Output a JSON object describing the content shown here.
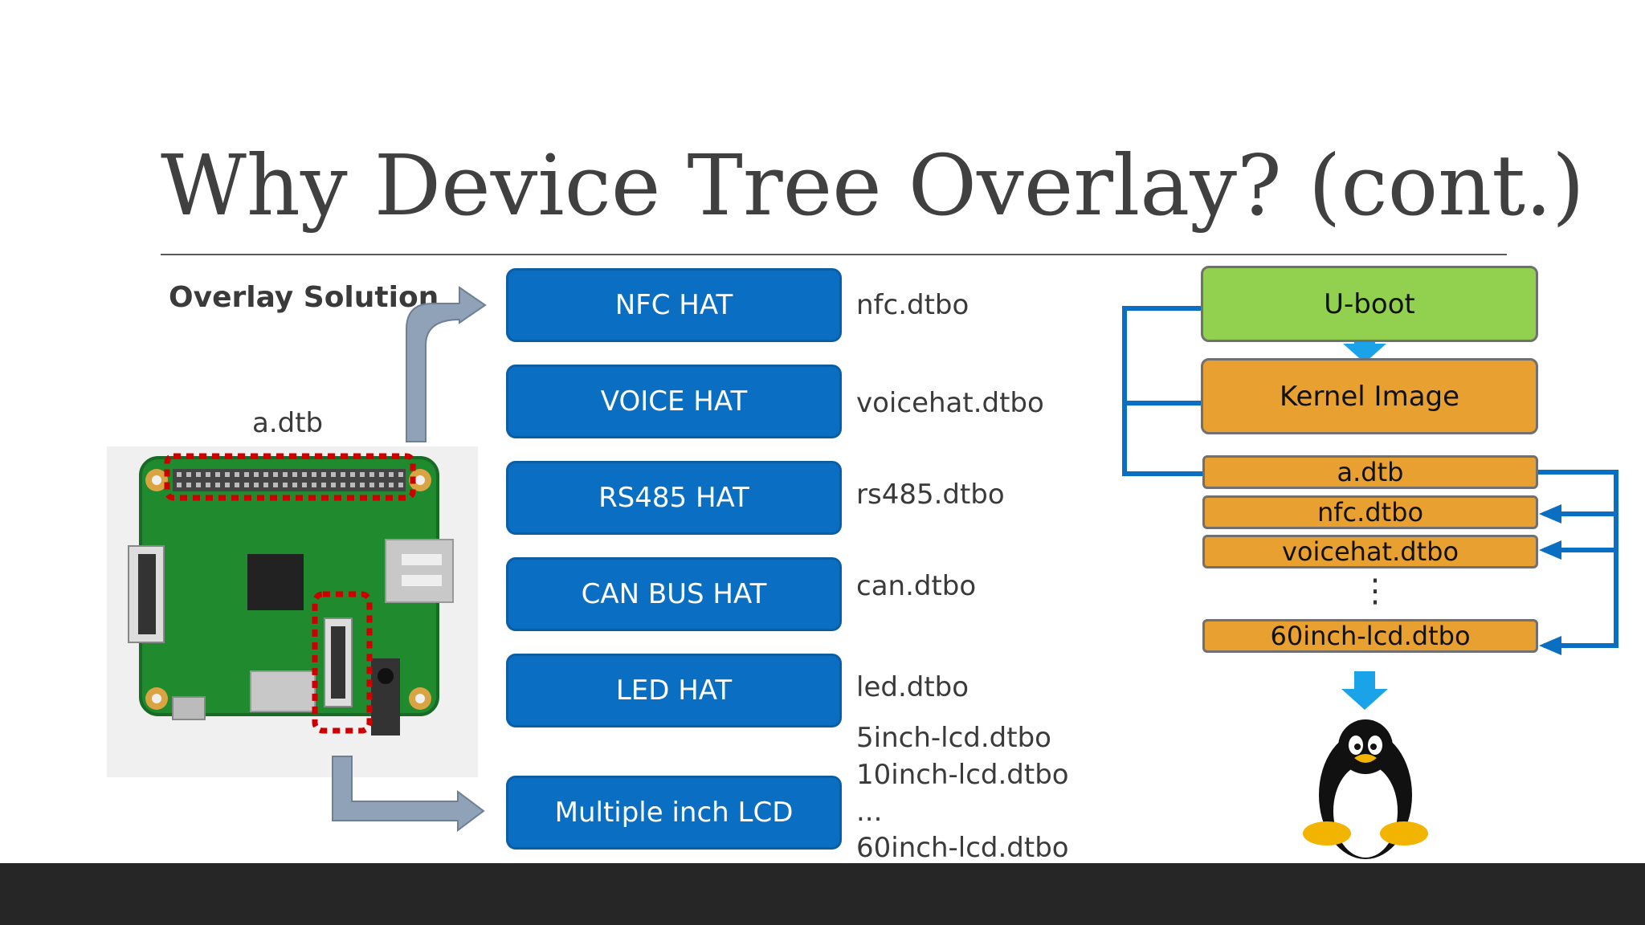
{
  "slide": {
    "title": "Why Device Tree Overlay? (cont.)",
    "subtitle": "Overlay Solution",
    "base_dtb_label": "a.dtb"
  },
  "hats": [
    {
      "label": "NFC HAT",
      "dtbo": "nfc.dtbo"
    },
    {
      "label": "VOICE HAT",
      "dtbo": "voicehat.dtbo"
    },
    {
      "label": "RS485 HAT",
      "dtbo": "rs485.dtbo"
    },
    {
      "label": "CAN BUS HAT",
      "dtbo": "can.dtbo"
    },
    {
      "label": "LED HAT",
      "dtbo": "led.dtbo"
    },
    {
      "label": "Multiple inch LCD",
      "dtbo_lines": [
        "5inch-lcd.dtbo",
        "10inch-lcd.dtbo",
        "...",
        "60inch-lcd.dtbo"
      ]
    }
  ],
  "boot_flow": {
    "uboot": "U-boot",
    "kernel": "Kernel Image",
    "slots": [
      "a.dtb",
      "nfc.dtbo",
      "voicehat.dtbo",
      "60inch-lcd.dtbo"
    ],
    "ellipsis": "⋮"
  },
  "colors": {
    "hat_blue": "#0a6fc2",
    "uboot_green": "#92d050",
    "kernel_orange": "#e8a030",
    "arrow_blue": "#0a6fc2",
    "down_arrow": "#1aa3e8",
    "gray_arrow": "#8fa2b8"
  },
  "icons": [
    "raspberry-pi-board-image",
    "tux-penguin-icon"
  ]
}
